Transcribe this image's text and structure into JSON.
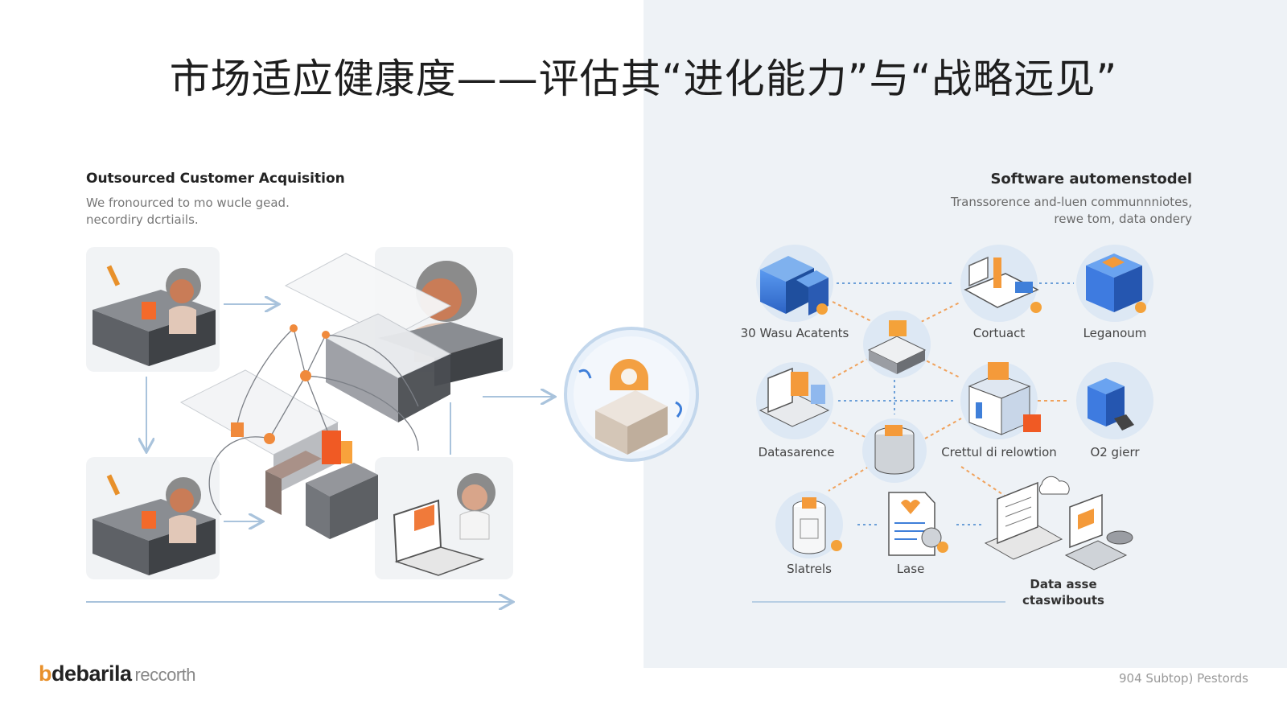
{
  "title": "市场适应健康度——评估其“进化能力”与“战略远见”",
  "left": {
    "heading": "Outsourced Customer Acquisition",
    "description_lines": [
      "We fronourced to mo wucle gead.",
      "necordiry dcrtiails."
    ]
  },
  "right": {
    "heading": "Software automenstodel",
    "description_lines": [
      "Transsorence  and-luen communnniotes,",
      "rewe tom, data ondery"
    ],
    "nodes": [
      {
        "label": "30 Wasu Acatents",
        "icon": "server-rack-icon"
      },
      {
        "label": "Cortuact",
        "icon": "document-device-icon"
      },
      {
        "label": "Leganoum",
        "icon": "blue-box-icon"
      },
      {
        "label": "Datasarence",
        "icon": "dashboard-screen-icon"
      },
      {
        "label": "Crettul di relowtion",
        "icon": "packaging-box-icon"
      },
      {
        "label": "O2 gierr",
        "icon": "server-stack-icon"
      },
      {
        "label": "Slatrels",
        "icon": "cylinder-grid-icon"
      },
      {
        "label": "Lase",
        "icon": "document-coin-icon"
      },
      {
        "label": "Data asse",
        "label2": "ctaswibouts",
        "icon": "computer-cluster-icon"
      }
    ]
  },
  "footer": {
    "brand_mark": "b",
    "brand_name": "debarila",
    "brand_sub": "reccorth",
    "right_text": "904 Subtop) Pestords"
  },
  "colors": {
    "accent_orange": "#f08a3c",
    "accent_blue": "#3f7fd9",
    "right_bg": "#eef2f6"
  }
}
